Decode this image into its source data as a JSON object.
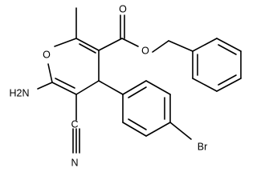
{
  "molecule": {
    "atoms": {
      "ring_oxygen": "O",
      "ester_carbonyl_oxygen": "O",
      "ester_ether_oxygen": "O",
      "amino": "H2N",
      "nitrile_carbon": "C",
      "nitrile_nitrogen": "N",
      "bromine": "Br"
    }
  }
}
